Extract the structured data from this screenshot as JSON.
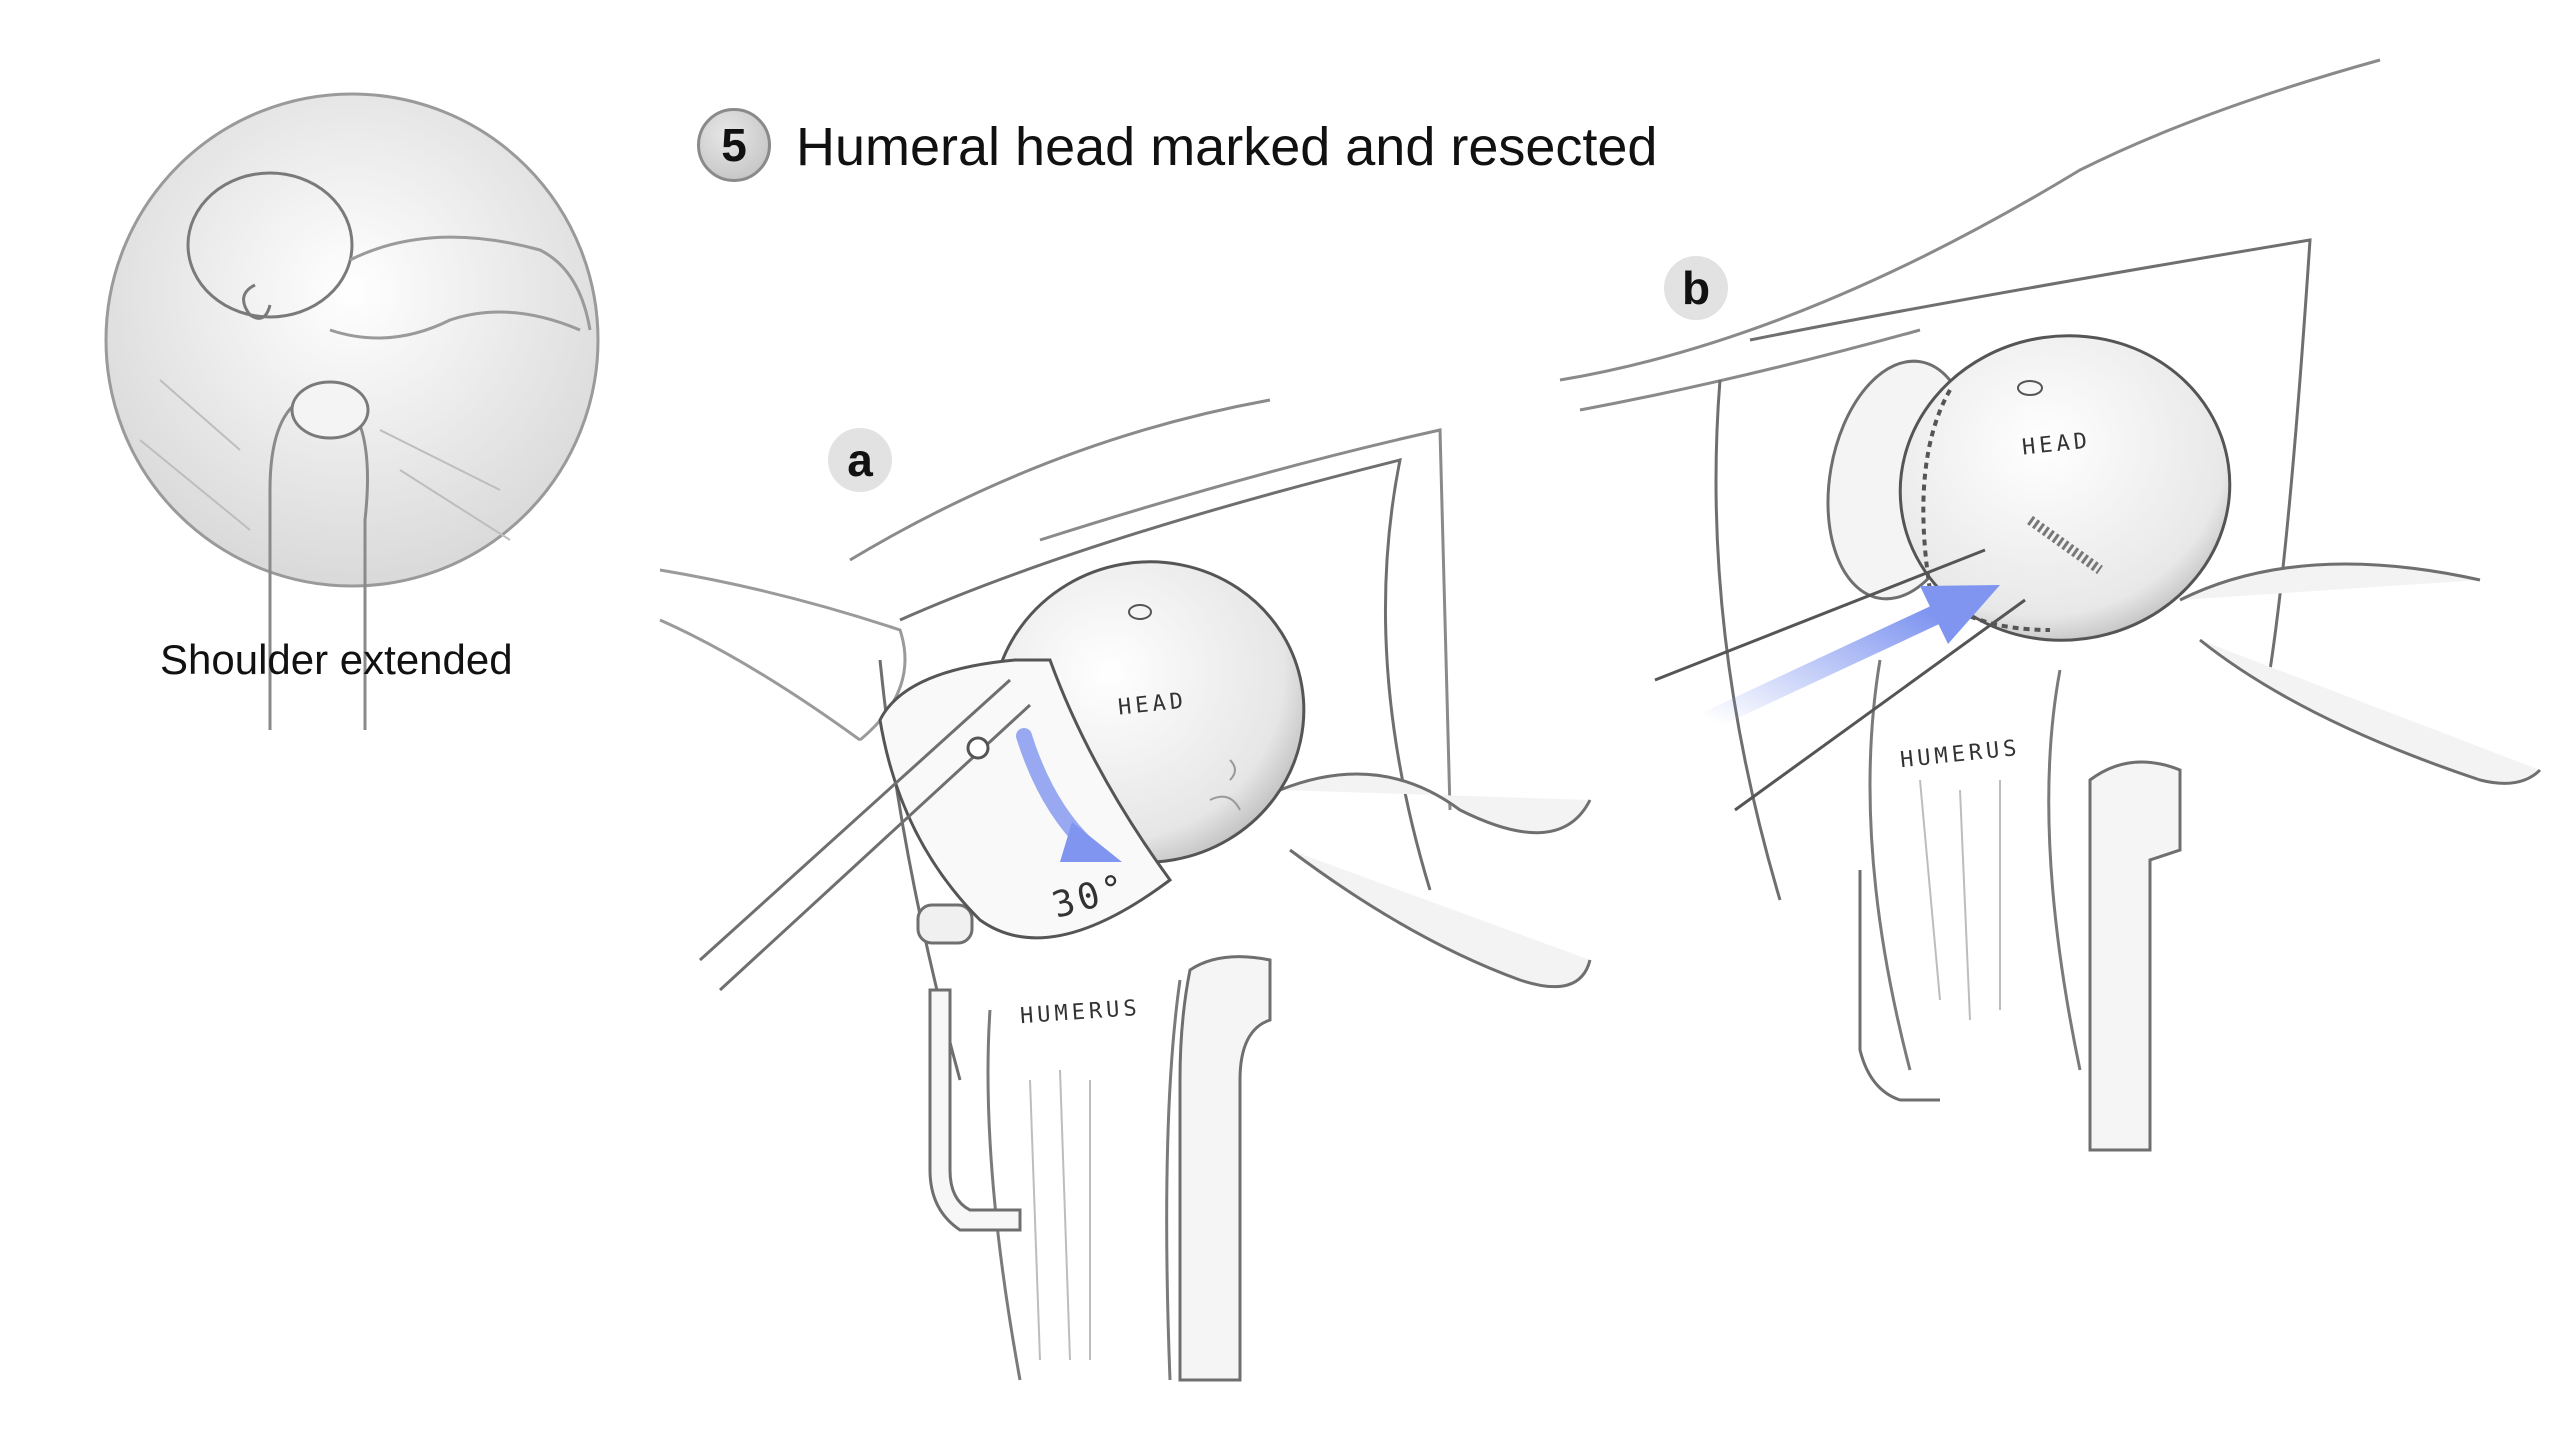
{
  "step": {
    "number": "5",
    "title": "Humeral head marked and resected"
  },
  "inset": {
    "caption": "Shoulder extended"
  },
  "panel_a": {
    "label": "a",
    "head_label": "HEAD",
    "humerus_label": "HUMERUS",
    "angle_label": "30°"
  },
  "panel_b": {
    "label": "b",
    "head_label": "HEAD",
    "humerus_label": "HUMERUS"
  },
  "colors": {
    "arrow": "#7f95f0",
    "line": "#6f6f6f",
    "shade": "#dcdcdc"
  }
}
